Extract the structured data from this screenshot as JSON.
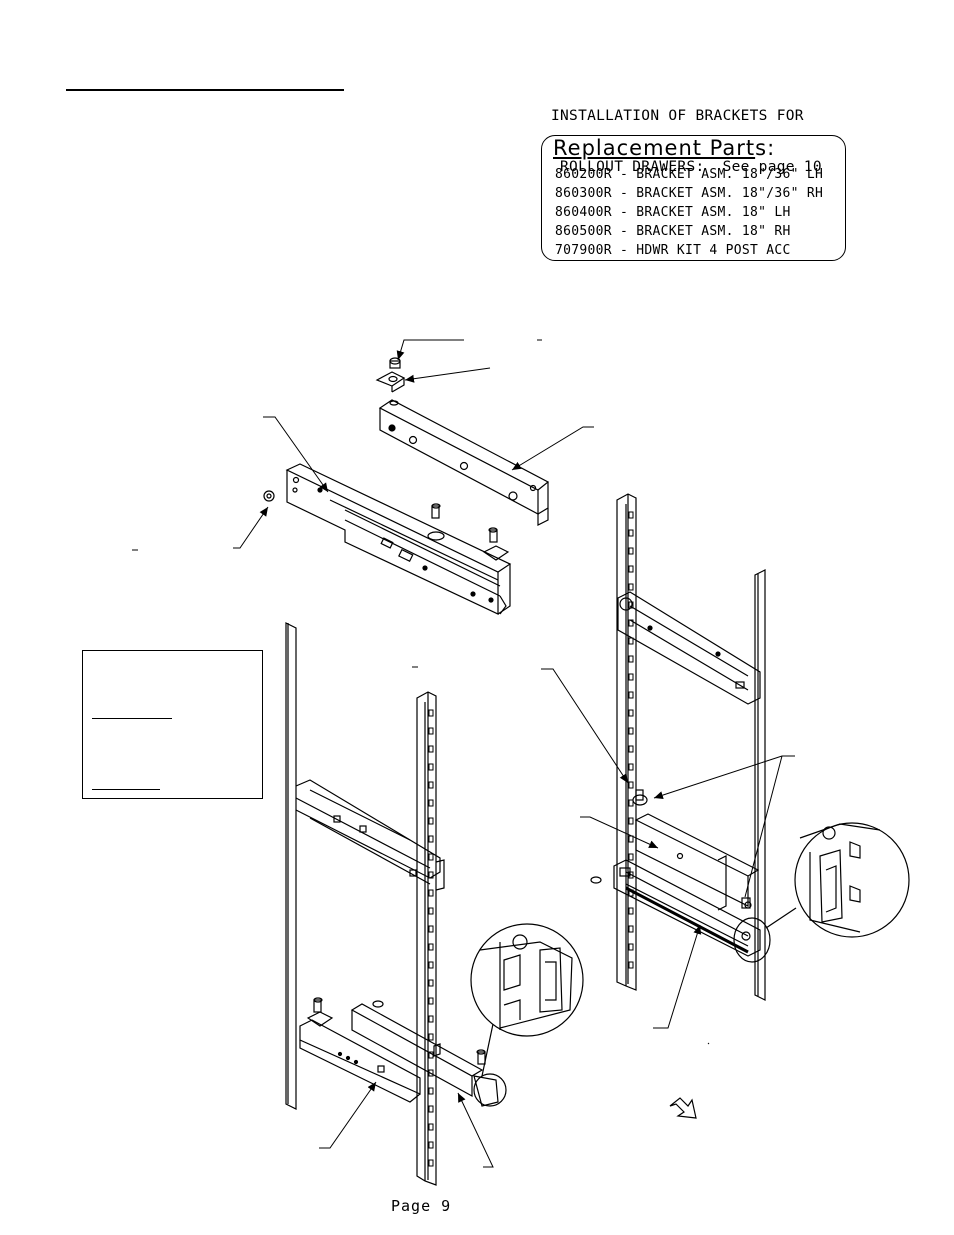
{
  "install_note": {
    "line1": "INSTALLATION OF BRACKETS FOR",
    "line2": " ROLLOUT DRAWERS:  See page 10"
  },
  "replacement_parts": {
    "title_underlined": "Replacement Part",
    "title_rest": "s:",
    "items": [
      "860200R - BRACKET ASM. 18\"/36\" LH",
      "860300R - BRACKET ASM. 18\"/36\" RH",
      "860400R - BRACKET ASM. 18\" LH",
      "860500R - BRACKET ASM. 18\" RH",
      "707900R - HDWR KIT 4 POST ACC"
    ]
  },
  "page": {
    "number_label": "Page 9"
  },
  "icons": {
    "direction": "arrow-down-right-icon"
  }
}
